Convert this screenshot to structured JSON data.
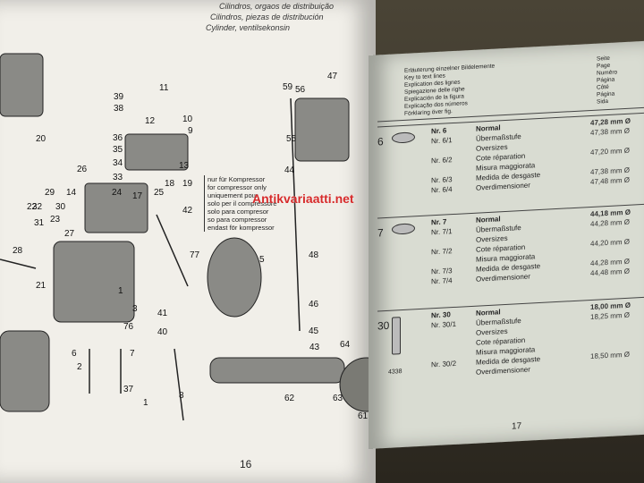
{
  "left_page": {
    "header_lines": [
      "Cilindros, orgaos de distribuição",
      "Cilindros, piezas de distribución",
      "Cylinder, ventilsekonsin"
    ],
    "compressor_note": "nur für Kompressor\nfor compressor only\nuniquement pour\nsolo per il compressore\nsolo para compresor\nso para compressor\nendast för kompressor",
    "part_numbers": [
      "39",
      "38",
      "11",
      "10",
      "9",
      "12",
      "36",
      "35",
      "34",
      "33",
      "13",
      "14",
      "26",
      "24",
      "17",
      "25",
      "18",
      "19",
      "42",
      "20",
      "29",
      "32",
      "30",
      "31",
      "22",
      "23",
      "27",
      "28",
      "21",
      "77",
      "5",
      "3",
      "76",
      "1",
      "44",
      "48",
      "47",
      "55",
      "56",
      "59",
      "46",
      "45",
      "43",
      "41",
      "40",
      "64",
      "62",
      "63",
      "61",
      "37",
      "7",
      "6",
      "2",
      "1",
      "8"
    ],
    "page_number": "16"
  },
  "right_page": {
    "header_lines": [
      "Erläuterung einzelner Bildelemente",
      "Key to text lines",
      "Explication des lignes",
      "Spiegazione delle righe",
      "Explicación de la figura",
      "Explicação dos números",
      "Förklaring över fig."
    ],
    "right_header_lines": [
      "Seite",
      "Page",
      "Numéro",
      "Página",
      "Côté",
      "Página",
      "Sida"
    ],
    "groups": [
      {
        "label": "6",
        "rows": [
          {
            "code": "Nr. 6",
            "desc": "Normal",
            "mm": "47,28 mm Ø"
          },
          {
            "code": "Nr. 6/1",
            "desc": "Übermaßstufe",
            "mm": "47,38 mm Ø"
          },
          {
            "code": "",
            "desc": "Oversizes",
            "mm": ""
          },
          {
            "code": "Nr. 6/2",
            "desc": "Cote réparation",
            "mm": "47,20 mm Ø"
          },
          {
            "code": "",
            "desc": "Misura maggiorata",
            "mm": ""
          },
          {
            "code": "Nr. 6/3",
            "desc": "Medida de desgaste",
            "mm": "47,38 mm Ø"
          },
          {
            "code": "Nr. 6/4",
            "desc": "Overdimensioner",
            "mm": "47,48 mm Ø"
          }
        ]
      },
      {
        "label": "7",
        "rows": [
          {
            "code": "Nr. 7",
            "desc": "Normal",
            "mm": "44,18 mm Ø"
          },
          {
            "code": "Nr. 7/1",
            "desc": "Übermaßstufe",
            "mm": "44,28 mm Ø"
          },
          {
            "code": "",
            "desc": "Oversizes",
            "mm": ""
          },
          {
            "code": "Nr. 7/2",
            "desc": "Cote réparation",
            "mm": "44,20 mm Ø"
          },
          {
            "code": "",
            "desc": "Misura maggiorata",
            "mm": ""
          },
          {
            "code": "Nr. 7/3",
            "desc": "Medida de desgaste",
            "mm": "44,28 mm Ø"
          },
          {
            "code": "Nr. 7/4",
            "desc": "Overdimensioner",
            "mm": "44,48 mm Ø"
          }
        ]
      },
      {
        "label": "30",
        "rows": [
          {
            "code": "Nr. 30",
            "desc": "Normal",
            "mm": "18,00 mm Ø"
          },
          {
            "code": "Nr. 30/1",
            "desc": "Übermaßstufe",
            "mm": "18,25 mm Ø"
          },
          {
            "code": "",
            "desc": "Oversizes",
            "mm": ""
          },
          {
            "code": "",
            "desc": "Cote réparation",
            "mm": ""
          },
          {
            "code": "",
            "desc": "Misura maggiorata",
            "mm": ""
          },
          {
            "code": "Nr. 30/2",
            "desc": "Medida de desgaste",
            "mm": "18,50 mm Ø"
          },
          {
            "code": "",
            "desc": "Overdimensioner",
            "mm": ""
          }
        ]
      }
    ],
    "side_code": "4338",
    "page_number": "17"
  },
  "watermark": "Antikvariaatti.net"
}
